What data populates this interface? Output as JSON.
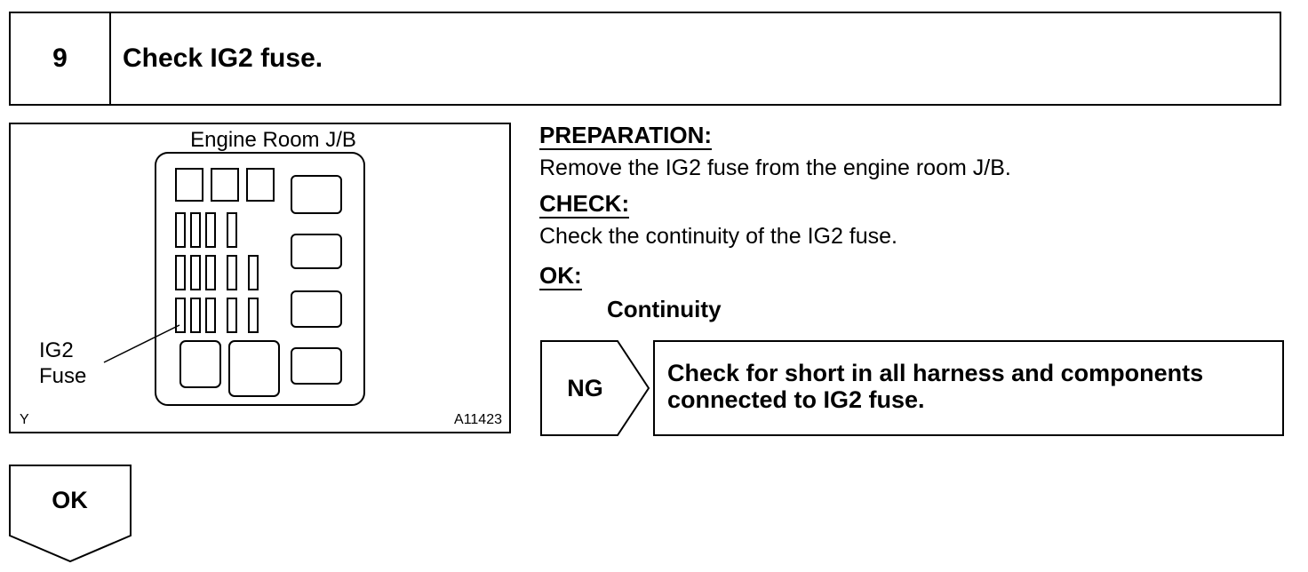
{
  "step": {
    "number": "9",
    "title": "Check IG2 fuse."
  },
  "figure": {
    "title": "Engine Room J/B",
    "fuse_label_line1": "IG2",
    "fuse_label_line2": "Fuse",
    "corner_left": "Y",
    "corner_right": "A11423"
  },
  "instructions": {
    "preparation_heading": "PREPARATION:",
    "preparation_text": "Remove the IG2 fuse from the engine room J/B.",
    "check_heading": "CHECK:",
    "check_text": "Check the continuity of the IG2 fuse.",
    "ok_heading": "OK:",
    "ok_result": "Continuity"
  },
  "ng_branch": {
    "tag": "NG",
    "action_line1": "Check for short in all harness and components",
    "action_line2": "connected to IG2 fuse."
  },
  "ok_branch": {
    "tag": "OK"
  }
}
